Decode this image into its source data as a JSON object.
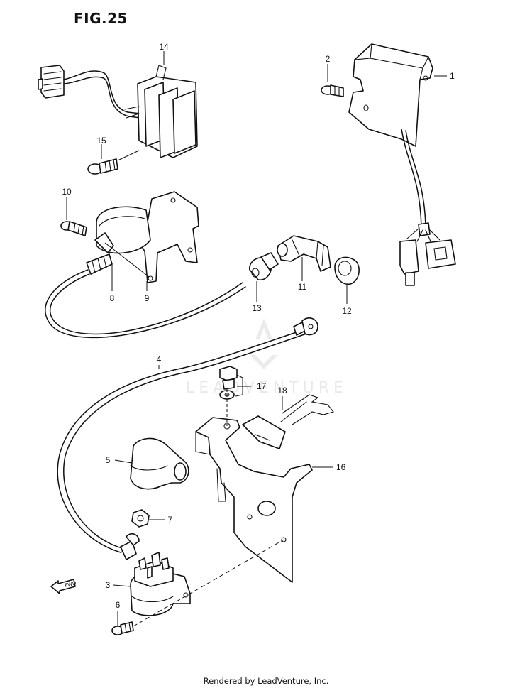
{
  "figure": {
    "title": "FIG.25",
    "footer": "Rendered by LeadVenture, Inc.",
    "watermark": "LEADVENTURE",
    "fwd_label": "FWD"
  },
  "callouts": [
    {
      "id": "1",
      "part": "igniter-unit"
    },
    {
      "id": "2",
      "part": "igniter-bolt"
    },
    {
      "id": "3",
      "part": "starter-relay"
    },
    {
      "id": "4",
      "part": "spark-plug-lead-wire"
    },
    {
      "id": "5",
      "part": "relay-cover"
    },
    {
      "id": "6",
      "part": "relay-screw"
    },
    {
      "id": "7",
      "part": "nut"
    },
    {
      "id": "8",
      "part": "ignition-coil"
    },
    {
      "id": "9",
      "part": "coil-bracket"
    },
    {
      "id": "10",
      "part": "coil-bolt"
    },
    {
      "id": "11",
      "part": "plug-cap"
    },
    {
      "id": "12",
      "part": "cap-cover"
    },
    {
      "id": "13",
      "part": "seal"
    },
    {
      "id": "14",
      "part": "regulator-rectifier"
    },
    {
      "id": "15",
      "part": "regulator-bolt"
    },
    {
      "id": "16",
      "part": "relay-bracket"
    },
    {
      "id": "17",
      "part": "bolt-and-washer"
    },
    {
      "id": "18",
      "part": "clamp"
    }
  ]
}
